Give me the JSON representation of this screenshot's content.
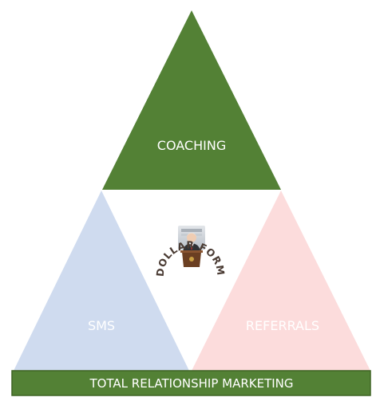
{
  "diagram": {
    "top": {
      "label": "COACHING",
      "color": "#538135",
      "text_color": "#ffffff"
    },
    "left": {
      "label": "SMS",
      "color": "#cfdbef",
      "text_color": "#ffffff"
    },
    "right": {
      "label": "REFERRALS",
      "color": "#fcdcdc",
      "text_color": "#ffffff"
    },
    "base": {
      "label": "TOTAL RELATIONSHIP MARKETING",
      "color": "#538135",
      "border_color": "#3f6425",
      "text_color": "#ffffff"
    },
    "seal": {
      "text": "THE MILLION DOLLAR FORMULA SEMINAR",
      "text_color": "#4a3b33"
    }
  }
}
